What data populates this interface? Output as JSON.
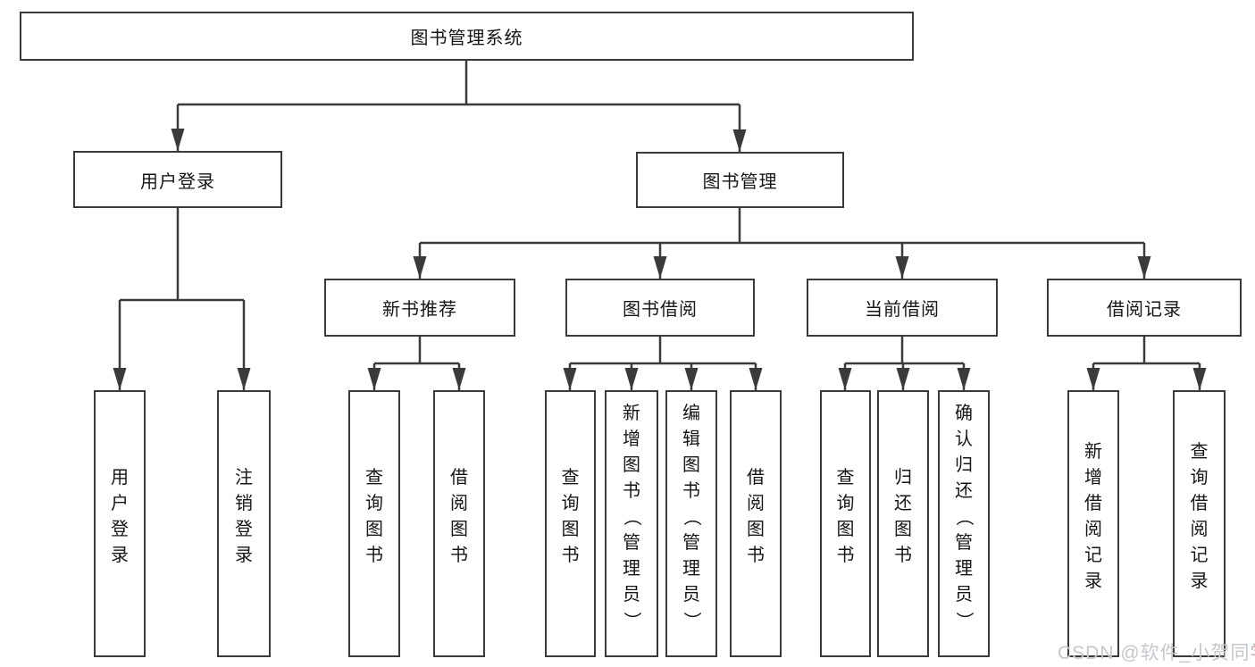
{
  "diagram": {
    "root": {
      "label": "图书管理系统"
    },
    "level2": [
      {
        "label": "用户登录"
      },
      {
        "label": "图书管理"
      }
    ],
    "level3": [
      {
        "label": "新书推荐"
      },
      {
        "label": "图书借阅"
      },
      {
        "label": "当前借阅"
      },
      {
        "label": "借阅记录"
      }
    ],
    "leaves": {
      "login": [
        "用户登录",
        "注销登录"
      ],
      "newbook": [
        "查询图书",
        "借阅图书"
      ],
      "borrow": [
        "查询图书",
        "新增图书（管理员）",
        "编辑图书（管理员）",
        "借阅图书"
      ],
      "current": [
        "查询图书",
        "归还图书",
        "确认归还（管理员）"
      ],
      "records": [
        "新增借阅记录",
        "查询借阅记录"
      ]
    },
    "watermark": {
      "prefix": "CSDN @软件_小贺同",
      "suffix": "学"
    },
    "colors": {
      "line": "#3a3a3a",
      "text": "#161616",
      "background": "#ffffff",
      "watermark": "#c4c8cc",
      "watermark_accent": "#d8a9a9"
    }
  }
}
